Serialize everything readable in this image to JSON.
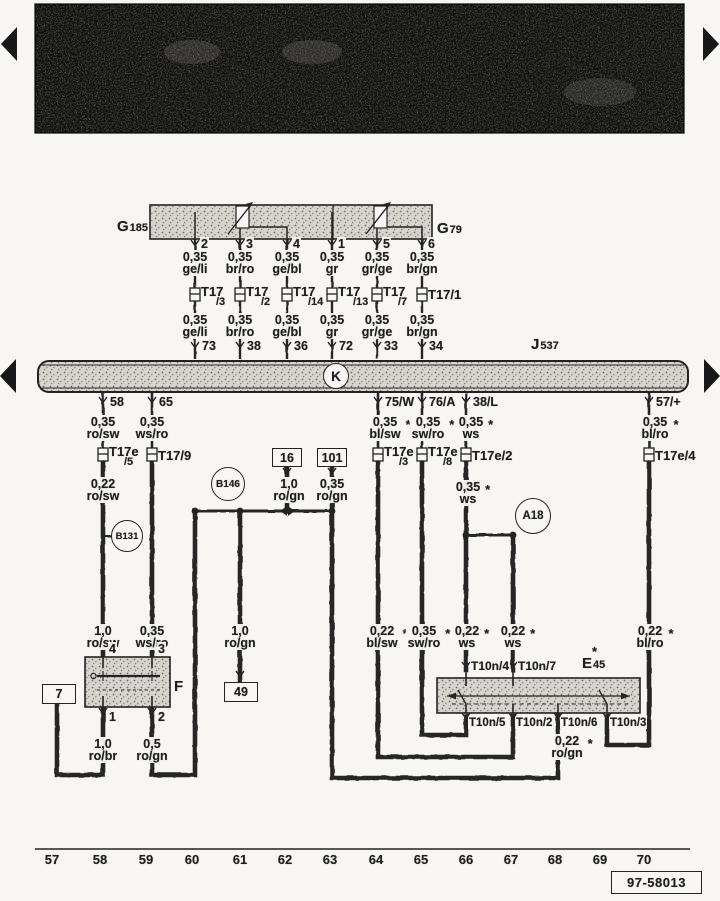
{
  "scan": {
    "footer_id": "97-58013"
  },
  "star": "*",
  "tracks": [
    "57",
    "58",
    "59",
    "60",
    "61",
    "62",
    "63",
    "64",
    "65",
    "66",
    "67",
    "68",
    "69",
    "70"
  ],
  "components": {
    "g185": {
      "prefix": "G",
      "num": "185"
    },
    "g79": {
      "prefix": "G",
      "num": "79"
    },
    "j537": {
      "prefix": "J",
      "num": "537"
    },
    "k": "K",
    "f": "F",
    "e45": {
      "prefix": "E",
      "num": "45",
      "star": "*"
    },
    "b131": "B131",
    "b146": "B146",
    "a18": "A18",
    "box7": "7",
    "box16": "16",
    "box101": "101",
    "box49": "49"
  },
  "sender_pins": [
    "2",
    "3",
    "4",
    "1",
    "5",
    "6"
  ],
  "top_wires": [
    {
      "size": "0,35",
      "color": "ge/li"
    },
    {
      "size": "0,35",
      "color": "br/ro"
    },
    {
      "size": "0,35",
      "color": "ge/bl"
    },
    {
      "size": "0,35",
      "color": "gr"
    },
    {
      "size": "0,35",
      "color": "gr/ge"
    },
    {
      "size": "0,35",
      "color": "br/gn"
    }
  ],
  "t17_connectors": [
    {
      "name": "T17",
      "sub": "/3"
    },
    {
      "name": "T17",
      "sub": "/2"
    },
    {
      "name": "T17",
      "sub": "/14"
    },
    {
      "name": "T17",
      "sub": "/13"
    },
    {
      "name": "T17",
      "sub": "/7"
    },
    {
      "name": "T17/1",
      "sub": ""
    }
  ],
  "mid_wires": [
    {
      "size": "0,35",
      "color": "ge/li"
    },
    {
      "size": "0,35",
      "color": "br/ro"
    },
    {
      "size": "0,35",
      "color": "ge/bl"
    },
    {
      "size": "0,35",
      "color": "gr"
    },
    {
      "size": "0,35",
      "color": "gr/ge"
    },
    {
      "size": "0,35",
      "color": "br/gn"
    }
  ],
  "bus_pins_top": [
    "73",
    "38",
    "36",
    "72",
    "33",
    "34"
  ],
  "bus_pins_bottom": [
    "58",
    "65",
    "75/W",
    "76/A",
    "38/L",
    "57/+"
  ],
  "low_wires": [
    {
      "size": "0,35",
      "color": "ro/sw",
      "star": ""
    },
    {
      "size": "0,35",
      "color": "ws/ro",
      "star": ""
    },
    {
      "size": "0,35",
      "color": "bl/sw",
      "star": "*"
    },
    {
      "size": "0,35",
      "color": "sw/ro",
      "star": "*"
    },
    {
      "size": "0,35",
      "color": "ws",
      "star": "*"
    },
    {
      "size": "0,35",
      "color": "bl/ro",
      "star": "*"
    }
  ],
  "t17e_connectors": [
    {
      "name": "T17e",
      "sub": "/5"
    },
    {
      "name": "T17/9",
      "sub": ""
    },
    {
      "name": "T17e",
      "sub": "/3"
    },
    {
      "name": "T17e",
      "sub": "/8"
    },
    {
      "name": "T17e/2",
      "sub": ""
    },
    {
      "name": "T17e/4",
      "sub": ""
    }
  ],
  "mid_labels": {
    "ro_sw": {
      "size": "0,22",
      "color": "ro/sw",
      "star": ""
    },
    "ro_gn_a": {
      "size": "1,0",
      "color": "ro/gn",
      "star": ""
    },
    "ro_gn_b": {
      "size": "0,35",
      "color": "ro/gn",
      "star": ""
    },
    "ws": {
      "size": "0,35",
      "color": "ws",
      "star": "*"
    }
  },
  "bottom_wires": [
    {
      "size": "1,0",
      "color": "ro/sw",
      "star": ""
    },
    {
      "size": "0,35",
      "color": "ws/ro",
      "star": ""
    },
    {
      "size": "1,0",
      "color": "ro/gn",
      "star": ""
    },
    {
      "size": "0,22",
      "color": "bl/sw",
      "star": "*"
    },
    {
      "size": "0,35",
      "color": "sw/ro",
      "star": "*"
    },
    {
      "size": "0,22",
      "color": "ws",
      "star": "*"
    },
    {
      "size": "0,22",
      "color": "ws",
      "star": "*"
    },
    {
      "size": "0,22",
      "color": "bl/ro",
      "star": "*"
    }
  ],
  "f_pins": {
    "top": [
      "4",
      "3"
    ],
    "bottom": [
      "1",
      "2"
    ]
  },
  "f_out": [
    {
      "size": "1,0",
      "color": "ro/br",
      "star": ""
    },
    {
      "size": "0,5",
      "color": "ro/gn",
      "star": ""
    }
  ],
  "t10n_top": [
    "T10n/4",
    "T10n/7"
  ],
  "t10n_bottom": [
    "T10n/5",
    "T10n/2",
    "T10n/6",
    "T10n/3"
  ],
  "ro_gn_bottom": {
    "size": "0,22",
    "color": "ro/gn",
    "star": "*"
  },
  "colors": {
    "paper": "#f7f6f2",
    "ink": "#222222",
    "speckle_fill": "#d7d4ce"
  }
}
